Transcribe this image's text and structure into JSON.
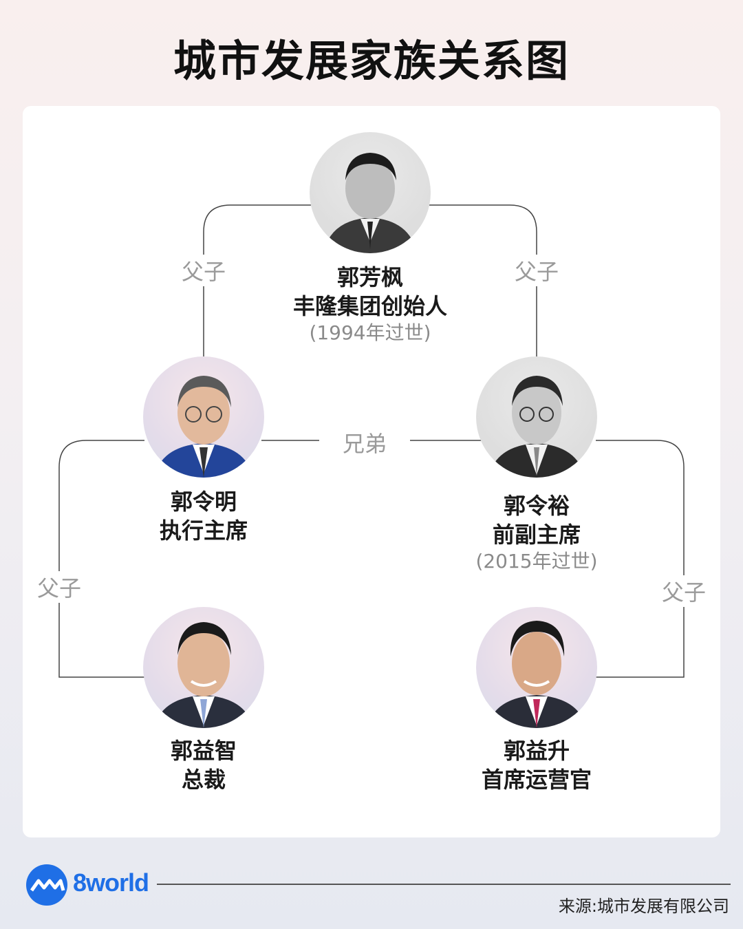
{
  "title": "城市发展家族关系图",
  "relations": {
    "top_left": "父子",
    "top_right": "父子",
    "siblings": "兄弟",
    "bottom_left": "父子",
    "bottom_right": "父子"
  },
  "people": {
    "founder": {
      "name": "郭芳枫",
      "role": "丰隆集团创始人",
      "note": "(1994年过世)"
    },
    "lingming": {
      "name": "郭令明",
      "role": "执行主席"
    },
    "lingyu": {
      "name": "郭令裕",
      "role": "前副主席",
      "note": "(2015年过世)"
    },
    "yizhi": {
      "name": "郭益智",
      "role": "总裁"
    },
    "yisheng": {
      "name": "郭益升",
      "role": "首席运营官"
    }
  },
  "footer": {
    "brand": "8world",
    "source": "来源:城市发展有限公司"
  },
  "colors": {
    "brand": "#1f6fe6",
    "connector": "#444444",
    "relation_text": "#9a9a9a"
  }
}
